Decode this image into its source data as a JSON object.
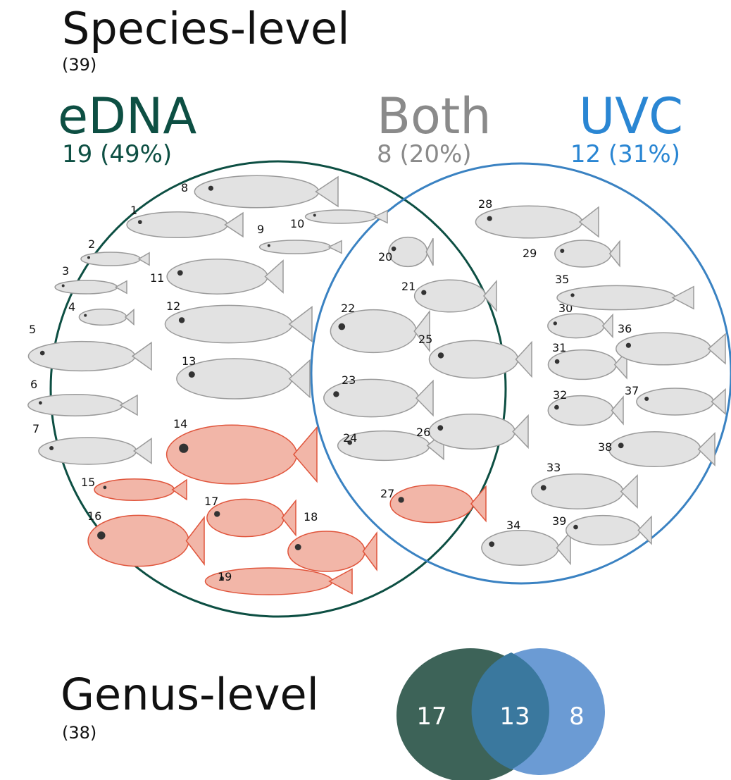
{
  "species_level": {
    "title": "Species-level",
    "count": "(39)",
    "edna": {
      "label": "eDNA",
      "count": "19 (49%)",
      "color": "#0d4f43"
    },
    "both": {
      "label": "Both",
      "count": "8 (20%)",
      "color": "#8a8a8a"
    },
    "uvc": {
      "label": "UVC",
      "count": "12 (31%)",
      "color": "#2a86d3"
    },
    "species": [
      {
        "n": "1",
        "set": "eDNA",
        "color": "grey"
      },
      {
        "n": "2",
        "set": "eDNA",
        "color": "grey"
      },
      {
        "n": "3",
        "set": "eDNA",
        "color": "grey"
      },
      {
        "n": "4",
        "set": "eDNA",
        "color": "grey"
      },
      {
        "n": "5",
        "set": "eDNA",
        "color": "grey"
      },
      {
        "n": "6",
        "set": "eDNA",
        "color": "grey"
      },
      {
        "n": "7",
        "set": "eDNA",
        "color": "grey"
      },
      {
        "n": "8",
        "set": "eDNA",
        "color": "grey"
      },
      {
        "n": "9",
        "set": "eDNA",
        "color": "grey"
      },
      {
        "n": "10",
        "set": "eDNA",
        "color": "grey"
      },
      {
        "n": "11",
        "set": "eDNA",
        "color": "grey"
      },
      {
        "n": "12",
        "set": "eDNA",
        "color": "grey"
      },
      {
        "n": "13",
        "set": "eDNA",
        "color": "grey"
      },
      {
        "n": "14",
        "set": "eDNA",
        "color": "red"
      },
      {
        "n": "15",
        "set": "eDNA",
        "color": "red"
      },
      {
        "n": "16",
        "set": "eDNA",
        "color": "red"
      },
      {
        "n": "17",
        "set": "eDNA",
        "color": "red"
      },
      {
        "n": "18",
        "set": "eDNA",
        "color": "red"
      },
      {
        "n": "19",
        "set": "eDNA",
        "color": "red"
      },
      {
        "n": "20",
        "set": "Both",
        "color": "grey"
      },
      {
        "n": "21",
        "set": "Both",
        "color": "grey"
      },
      {
        "n": "22",
        "set": "Both",
        "color": "grey"
      },
      {
        "n": "23",
        "set": "Both",
        "color": "grey"
      },
      {
        "n": "24",
        "set": "Both",
        "color": "grey"
      },
      {
        "n": "25",
        "set": "Both",
        "color": "grey"
      },
      {
        "n": "26",
        "set": "Both",
        "color": "grey"
      },
      {
        "n": "27",
        "set": "Both",
        "color": "red"
      },
      {
        "n": "28",
        "set": "UVC",
        "color": "grey"
      },
      {
        "n": "29",
        "set": "UVC",
        "color": "grey"
      },
      {
        "n": "30",
        "set": "UVC",
        "color": "grey"
      },
      {
        "n": "31",
        "set": "UVC",
        "color": "grey"
      },
      {
        "n": "32",
        "set": "UVC",
        "color": "grey"
      },
      {
        "n": "33",
        "set": "UVC",
        "color": "grey"
      },
      {
        "n": "34",
        "set": "UVC",
        "color": "grey"
      },
      {
        "n": "35",
        "set": "UVC",
        "color": "grey"
      },
      {
        "n": "36",
        "set": "UVC",
        "color": "grey"
      },
      {
        "n": "37",
        "set": "UVC",
        "color": "grey"
      },
      {
        "n": "38",
        "set": "UVC",
        "color": "grey"
      },
      {
        "n": "39",
        "set": "UVC",
        "color": "grey"
      }
    ],
    "colors": {
      "grey": "#9a9a9a",
      "red": "#e0553c"
    }
  },
  "genus_level": {
    "title": "Genus-level",
    "count": "(38)",
    "edna_only": "17",
    "both": "13",
    "uvc_only": "8",
    "colors": {
      "edna": "#3d6358",
      "both": "#3a789e",
      "uvc": "#6b9bd4"
    }
  }
}
